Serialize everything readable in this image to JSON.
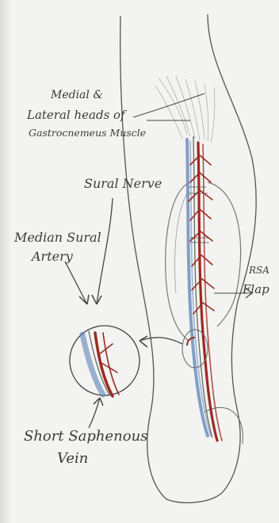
{
  "labels": {
    "gastrocnemius_line1": "Medial &",
    "gastrocnemius_line2": "Lateral heads of",
    "gastrocnemius_line3": "Gastrocnemeus Muscle",
    "sural_nerve": "Sural Nerve",
    "median_sural_line1": "Median Sural",
    "median_sural_line2": "Artery",
    "rsa": "RSA",
    "flap": "Flap",
    "saphenous_line1": "Short Saphenous",
    "saphenous_line2": "Vein"
  },
  "colors": {
    "artery": "#9b2a22",
    "vein": "#5b83b8",
    "pencil": "#555555",
    "paper": "#f3f3f1"
  }
}
